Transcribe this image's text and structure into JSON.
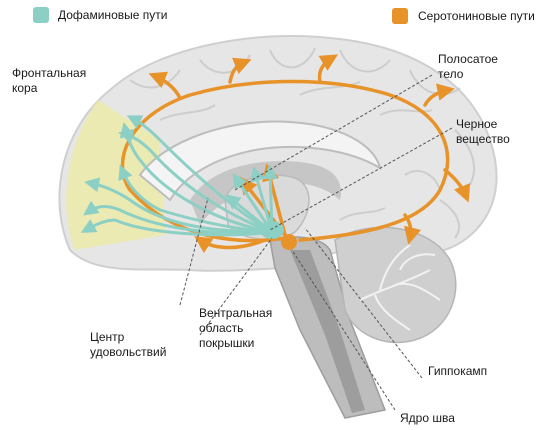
{
  "legend": {
    "dopamine": {
      "label": "Дофаминовые пути",
      "color": "#8ccfc4"
    },
    "serotonin": {
      "label": "Серотониновые пути",
      "color": "#e8922a"
    }
  },
  "labels": {
    "frontal_cortex": [
      "Фронтальная",
      "кора"
    ],
    "striatum": [
      "Полосатое",
      "тело"
    ],
    "substantia_nigra": [
      "Черное",
      "вещество"
    ],
    "reward_center": [
      "Центр",
      "удовольствий"
    ],
    "vta": [
      "Вентральная",
      "область",
      "покрышки"
    ],
    "hippocampus": "Гиппокамп",
    "raphe_nucleus": "Ядро шва"
  },
  "colors": {
    "frontal_highlight": "#eaeaa8",
    "brain_light": "#e6e6e6",
    "brain_mid": "#d2d2d2",
    "brain_dark": "#9d9d9d"
  }
}
